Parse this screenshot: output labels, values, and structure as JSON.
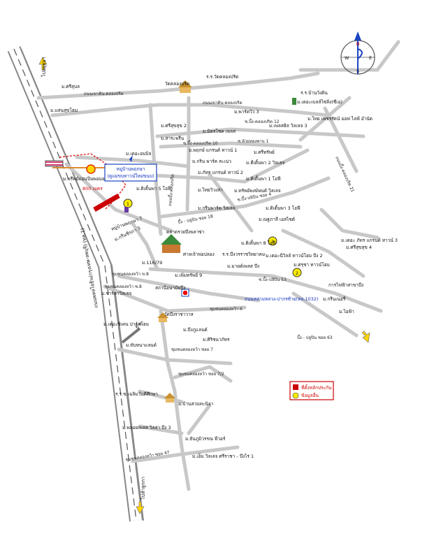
{
  "highway": {
    "left_label": "ถนนพหลโยธิน(กรุงเทพ-ลพบุรี) (ทล.1)",
    "top_direction": "ไปอยุธยา",
    "bottom_direction": "ไปลำลูกกา"
  },
  "compass": {
    "n": "N",
    "s": "S",
    "e": "E",
    "w": "W",
    "colors": {
      "north": "#e00000",
      "arrow": "#1a44c0"
    }
  },
  "roads": [
    "ถนนเขาดิน-คลองปริต",
    "ถนนเขาดิน-คลองปริต",
    "ซ.บึ้ง-คลองปริต 12",
    "ซ.บึ้ง-คลองปริต 10",
    "ซ.ห้วยทองพาน 1",
    "ถนนบึ้ง-คลองปริต",
    "บึ้ง - ปลูปิน ซอย 18",
    "ซ.บึ้ง-ปลิปิน 53",
    "ถนนหล่ามหลวง-ปากรซ้าย(ทล.1032)",
    "บึ้ง - ปลูปิน ซอย 63",
    "ซ.บึ้ง-ปลิปิน ซอย 4",
    "ชุมชนคลองหว้า ข.8",
    "ชุมชนคลองหว้า ซ.8",
    "ชุมชนคลองหว้า 6",
    "ชุมชนคลองหว้า ซอย 7",
    "ชุมชนคลองหว้า ซอย 7/2",
    "ชุมชนคลองหว้า ซอย 47",
    "ถนนบึ้ง-คลองปริต 21"
  ],
  "villages": [
    "ม.ศรีสุบล",
    "ม.แสนสุขโฮม",
    "วัดคลองปริต",
    "ร.ร.วัดคลองปริต",
    "ร.ร.บ้านวังดิน",
    "ม.พาร์ควิว 3",
    "ม.เดอะเบลล์ไซลิ่ง(ซีเอ)",
    "ม.ศรีสุขสุข 2",
    "ม.มิตรโชค เพลส",
    "ม.เพลสฮิล วิลเลจ 3",
    "ม.ไทย เพชรรัตน์ ออฟ ไลฟ์ อำนัด",
    "ม.สาระพรีน",
    "ม.พฤกษ์ แกรนด์ ทาวน์ 1",
    "ม.ศรีทรัพย์",
    "ม.เดอะอบบิล",
    "ม.กริน พาร์ค สะเน่ว",
    "ม.ตีเติ้นพา 2 วิลเลจ",
    "ม.ภัทร แกรนด์ ทาวน์ 2",
    "ม.พรีพย์ม่อนปิ่นพอมอ",
    "ม.ติเติ้นพา 5 โอฟี",
    "ม.ไทยวิวงล่า",
    "ม.ติเติ้นพา 1 โอฟี",
    "ม.ทรัพย์พงษ์ษนต์ วิลเลจ",
    "ม.ติเติ้นพา 3 โอฟี",
    "ม.กรีนพาร์ค วิลเลจ",
    "ม.ณฐภาลี เอสไซต์",
    "หมู่บ้านพฤกษา 7",
    "ม.กรีนชิรภา 3",
    "ม.เดอะ ภัทร แกรนด์ ทาวน์ 3",
    "ม.ศรีสุขสุข 4",
    "ม.116/79",
    "ม.ติเติ้นพา 8 โอฟี",
    "ร.ร.บึงวรราชวิทยาคม",
    "ม.เดอะนีวิลล์ ทาวน์โฮม บึง 2",
    "ม.มายด์เพลส บึง",
    "ม.ศรุชา ทาวน์โฮม",
    "ม.เพิ่มทรัพย์ 9",
    "ม.ชาร์ลาวิลเลจ",
    "การไฟฟ้าสาขาบึง",
    "ม.กรีนเนอรี่",
    "ม.ไอฟ้า",
    "วัดบึงราชาวาส",
    "ม.เดอะชิเคน ปาร์คโฮม",
    "ม.บึงภูแลนด์",
    "ม.ศิริชนาภัทร",
    "ม.ทับทนาแลนด์",
    "ร.ร.ข.เฉลิมวันดีศึกษา",
    "ม.บ้านสวนทะนิจา",
    "ม.พลอยเพลส วิลล่า บึง 3",
    "ม.ธันภูมิวรรณ พีวอร์",
    "ม.เอ็ม วิลเลจ ศรีราชา - บึงไร่ 1"
  ],
  "landmarks": {
    "market": "ตลาดรวยบึงพลาซ่า",
    "shrine": "ศาลเจ้าพ่อปลอง",
    "health_center": "สถานีอนามัยบึง",
    "project_box_line1": "หมู่บ้านพฤกษา",
    "project_box_line2": "(ดูแม่ขบทาวน์ใหม่ขนบ)",
    "distance": "800 เมตร",
    "km_sign": "ตู้ ต"
  },
  "markers": {
    "circle_1": "1",
    "circle_2": "2",
    "circle_3": "3"
  },
  "legend": {
    "item_red": "ที่ตั้งหลักประกัน",
    "item_yellow": "ข้อมูลอื่น",
    "colors": {
      "red": "#cc0000",
      "yellow": "#ffee00"
    }
  }
}
